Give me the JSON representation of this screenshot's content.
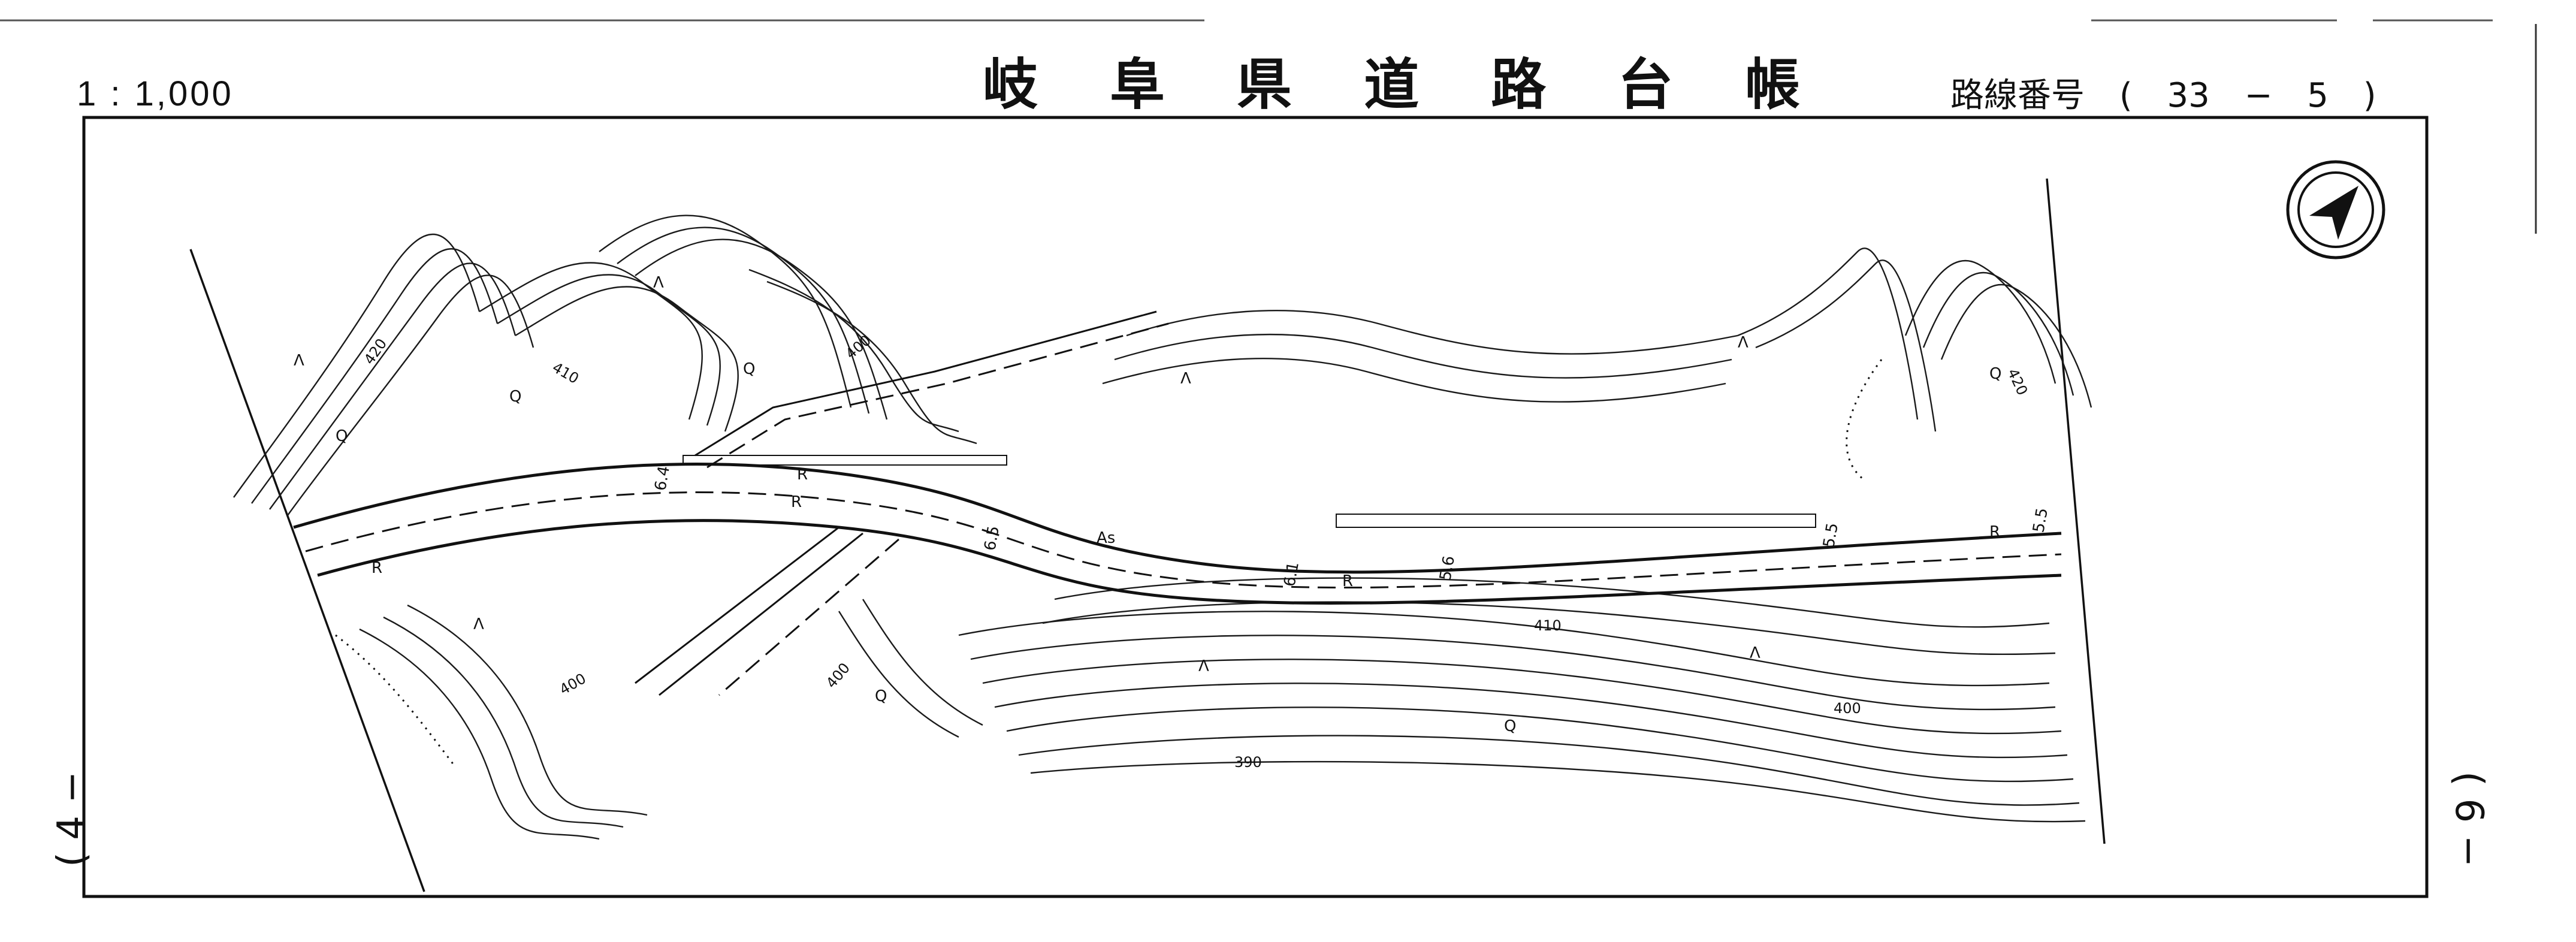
{
  "header": {
    "scale": "1 : 1,000",
    "title": "岐 阜 県 道 路 台 帳",
    "route_label": "路線番号",
    "route_open": "(",
    "route_main": "33",
    "route_dash": "−",
    "route_sub": "5",
    "route_close": ")"
  },
  "margins": {
    "left_page": "( 4 −",
    "right_page": "( 6 −"
  },
  "map": {
    "north_arrow_icon": "north-arrow-icon",
    "contour_labels": [
      "420",
      "410",
      "400",
      "400",
      "400",
      "410",
      "400",
      "390",
      "420"
    ],
    "road_widths": [
      "6.4",
      "6.5",
      "6.1",
      "5.6",
      "5.5",
      "5.5"
    ],
    "surface_labels": [
      "R",
      "R",
      "R",
      "As",
      "R",
      "R"
    ],
    "symbols": [
      "Λ",
      "Λ",
      "Λ",
      "Λ",
      "Λ",
      "Λ",
      "Λ",
      "Q",
      "Q",
      "Q",
      "Q",
      "Q",
      "Q"
    ]
  }
}
